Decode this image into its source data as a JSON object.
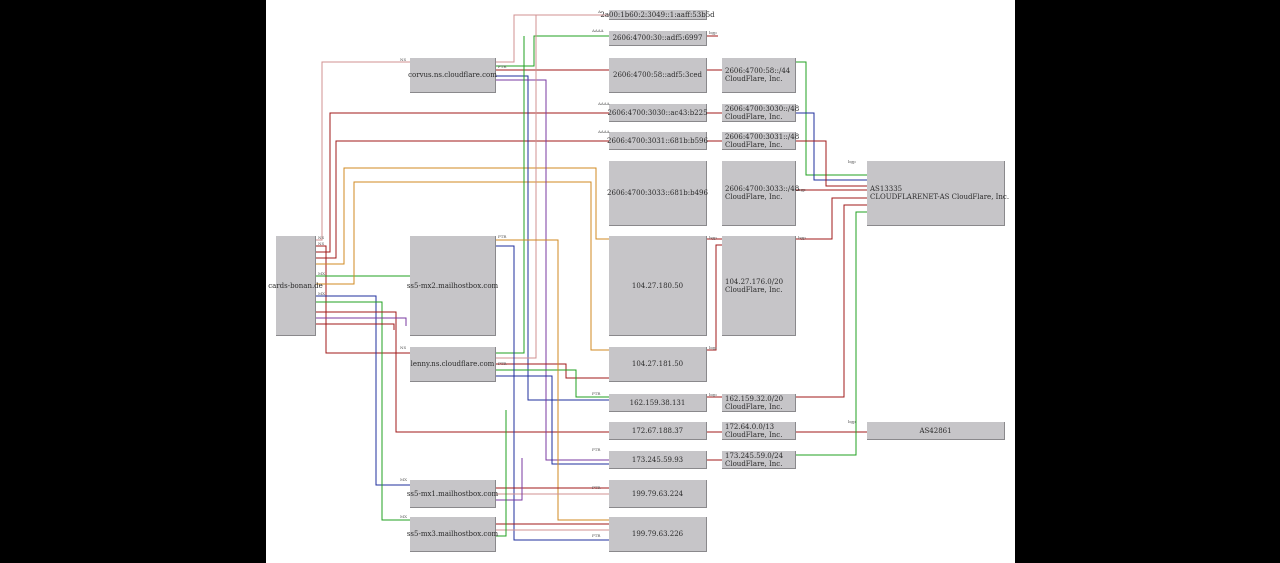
{
  "diagram": {
    "nodes": {
      "cards_domain": "cards-bonan.de",
      "corvus": "corvus.ns.cloudflare.com",
      "lenanonyms": "lenny.ns.cloudflare.com",
      "mx2": "ss5-mx2.mailhostbox.com",
      "mx1": "ss5-mx1.mailhostbox.com",
      "mx3": "ss5-mx3.mailhostbox.com",
      "v6_a": "2a00:1b60:2:3049::1:aaff:53b5d",
      "v6_b": "2606:4700:30::adf5:6997",
      "v6_c": "2606:4700:58::adf5:3ced",
      "v6_d": "2606:4700:3030::ac43:b225",
      "v6_e": "2606:4700:3031::681b:b596",
      "v6_f": "2606:4700:3033::681b:b496",
      "ip_104_180": "104.27.180.50",
      "ip_104_181": "104.27.181.50",
      "ip_162": "162.159.38.131",
      "ip_172": "172.67.188.37",
      "ip_173": "173.245.59.93",
      "ip_199_224": "199.79.63.224",
      "ip_199_226": "199.79.63.226",
      "net_v6_c_1": "2606:4700:58::/44",
      "net_v6_c_2": "CloudFlare, Inc.",
      "net_v6_d_1": "2606:4700:3030::/48",
      "net_v6_d_2": "CloudFlare, Inc.",
      "net_v6_e_1": "2606:4700:3031::/48",
      "net_v6_e_2": "CloudFlare, Inc.",
      "net_v6_f_1": "2606:4700:3033::/48",
      "net_v6_f_2": "CloudFlare, Inc.",
      "net_104_1": "104.27.176.0/20",
      "net_104_2": "CloudFlare, Inc.",
      "net_162_1": "162.159.32.0/20",
      "net_162_2": "CloudFlare, Inc.",
      "net_172_1": "172.64.0.0/13",
      "net_172_2": "CloudFlare, Inc.",
      "net_173_1": "173.245.59.0/24",
      "net_173_2": "CloudFlare, Inc.",
      "as_cf_1": "AS13335",
      "as_cf_2": "CLOUDFLARENET-AS CloudFlare, Inc.",
      "as_42861": "AS42861"
    },
    "edge_labels": {
      "ns": "NS",
      "mx": "MX",
      "a": "A",
      "aaaa": "AAAA",
      "ptr": "PTR",
      "bgp": "bgp"
    },
    "colors": {
      "node_fill": "#c6c5c8",
      "red": "#a01818",
      "green": "#20a020",
      "blue": "#1f2f9e",
      "orange": "#d08a20",
      "purple": "#7a3aa0",
      "pink": "#d09090"
    }
  }
}
